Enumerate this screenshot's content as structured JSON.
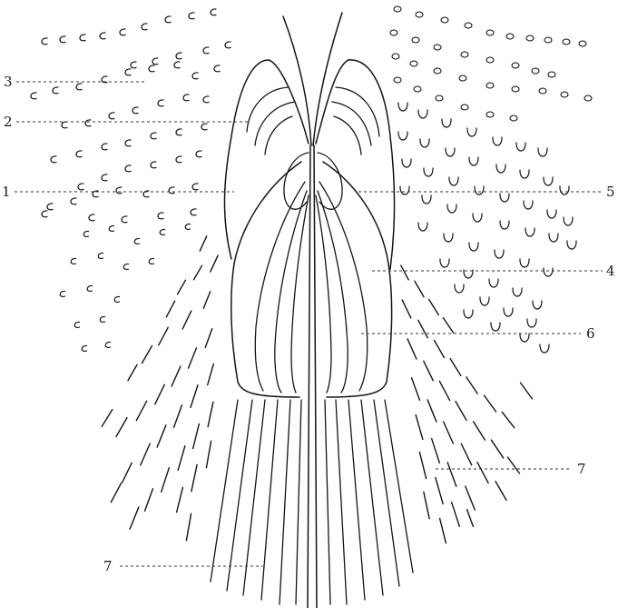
{
  "labels": {
    "l1": "1",
    "l2": "2",
    "l3": "3",
    "l4": "4",
    "l5": "5",
    "l6": "6",
    "l7_right": "7",
    "l7_bottom": "7"
  },
  "colors": {
    "ink": "#141414",
    "background": "#ffffff"
  }
}
